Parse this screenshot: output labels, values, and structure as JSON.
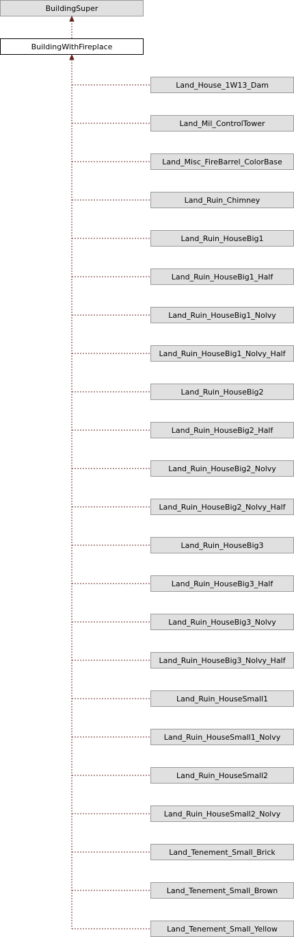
{
  "diagram": {
    "base": {
      "label": "BuildingSuper"
    },
    "current": {
      "label": "BuildingWithFireplace"
    },
    "children": [
      "Land_House_1W13_Dam",
      "Land_Mil_ControlTower",
      "Land_Misc_FireBarrel_ColorBase",
      "Land_Ruin_Chimney",
      "Land_Ruin_HouseBig1",
      "Land_Ruin_HouseBig1_Half",
      "Land_Ruin_HouseBig1_Nolvy",
      "Land_Ruin_HouseBig1_Nolvy_Half",
      "Land_Ruin_HouseBig2",
      "Land_Ruin_HouseBig2_Half",
      "Land_Ruin_HouseBig2_Nolvy",
      "Land_Ruin_HouseBig2_Nolvy_Half",
      "Land_Ruin_HouseBig3",
      "Land_Ruin_HouseBig3_Half",
      "Land_Ruin_HouseBig3_Nolvy",
      "Land_Ruin_HouseBig3_Nolvy_Half",
      "Land_Ruin_HouseSmall1",
      "Land_Ruin_HouseSmall1_Nolvy",
      "Land_Ruin_HouseSmall2",
      "Land_Ruin_HouseSmall2_Nolvy",
      "Land_Tenement_Small_Brick",
      "Land_Tenement_Small_Brown",
      "Land_Tenement_Small_Yellow"
    ]
  }
}
